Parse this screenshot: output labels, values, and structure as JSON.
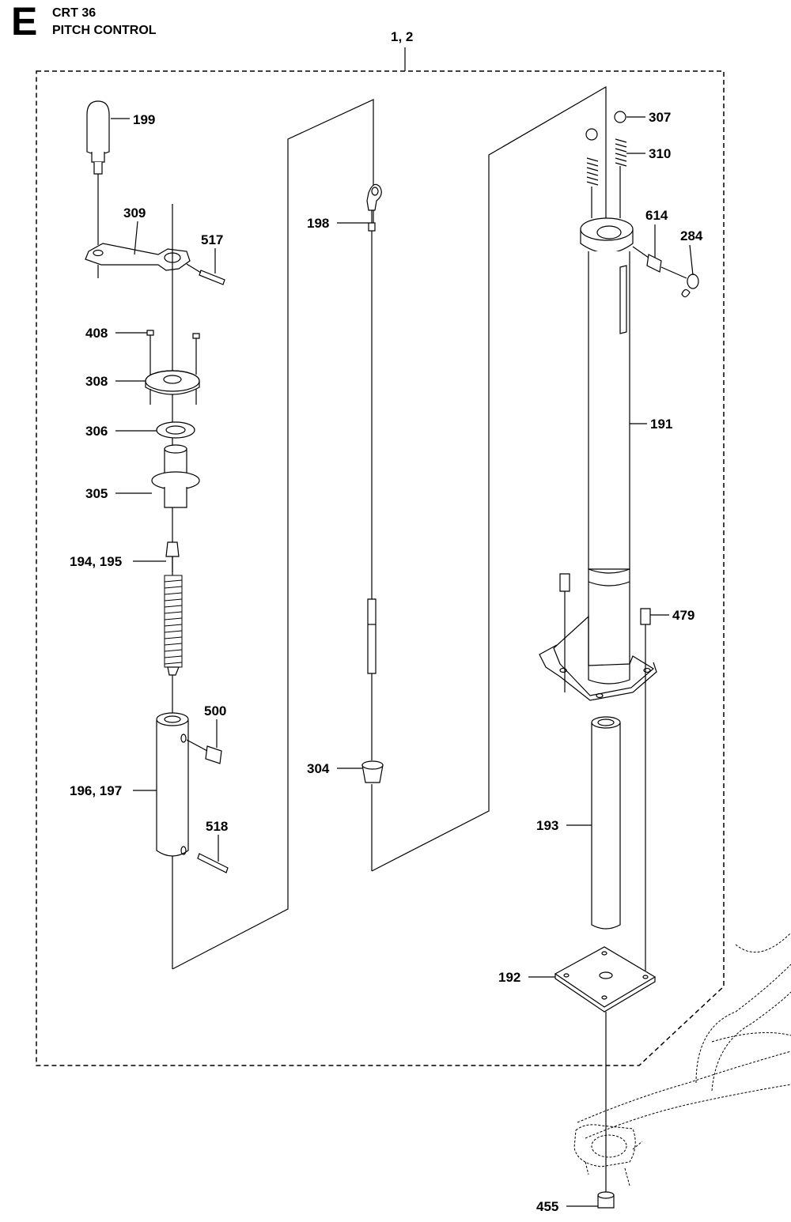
{
  "header": {
    "section_letter": "E",
    "model": "CRT 36",
    "title": "PITCH CONTROL"
  },
  "callouts": {
    "assembly": "1, 2",
    "c199": "199",
    "c309": "309",
    "c517": "517",
    "c408": "408",
    "c308": "308",
    "c306": "306",
    "c305": "305",
    "c194": "194, 195",
    "c500": "500",
    "c196": "196, 197",
    "c518": "518",
    "c198": "198",
    "c304": "304",
    "c307": "307",
    "c310": "310",
    "c614": "614",
    "c284": "284",
    "c191": "191",
    "c479": "479",
    "c193": "193",
    "c192": "192",
    "c455": "455"
  }
}
